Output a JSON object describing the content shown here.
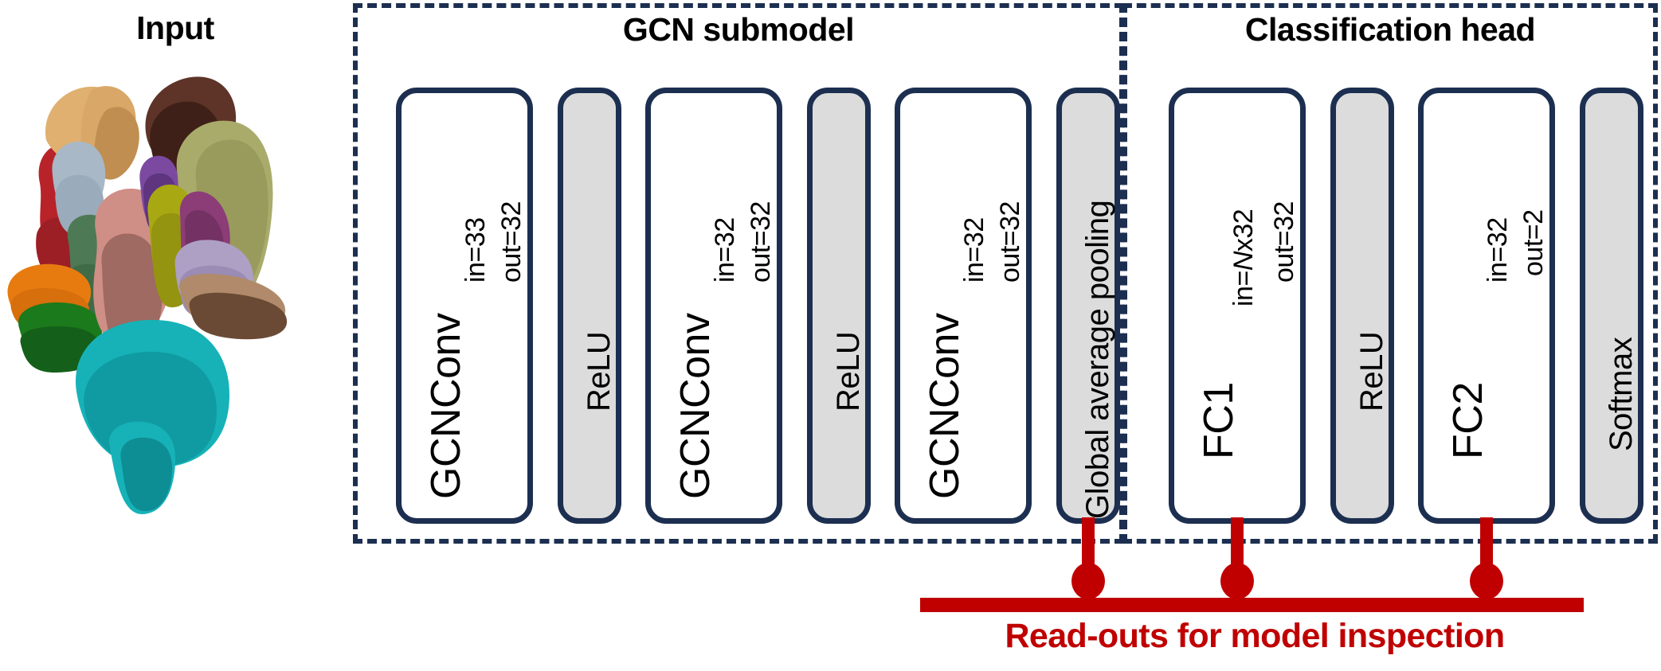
{
  "input": {
    "title": "Input",
    "mesh_description": "3D anatomical multi-organ segmentation mesh",
    "mesh_colors": [
      "#8a4b3c",
      "#a9ab6a",
      "#e0b070",
      "#b8232a",
      "#a8b8c6",
      "#cf8e86",
      "#7b4aa0",
      "#a8a812",
      "#8c3c76",
      "#ada0c4",
      "#e87b10",
      "#1b7a1b",
      "#4d7a55",
      "#3f2018",
      "#b08a6a",
      "#16b2b8",
      "#0e9aa0"
    ]
  },
  "groups": [
    {
      "id": "gcn",
      "title": "GCN submodel"
    },
    {
      "id": "class",
      "title": "Classification head"
    }
  ],
  "blocks": [
    {
      "name": "GCNConv",
      "style": "white",
      "in": "in=33",
      "out": "out=32",
      "in_italic": ""
    },
    {
      "name": "ReLU",
      "style": "gray",
      "in": "",
      "out": "",
      "in_italic": ""
    },
    {
      "name": "GCNConv",
      "style": "white",
      "in": "in=32",
      "out": "out=32",
      "in_italic": ""
    },
    {
      "name": "ReLU",
      "style": "gray",
      "in": "",
      "out": "",
      "in_italic": ""
    },
    {
      "name": "GCNConv",
      "style": "white",
      "in": "in=32",
      "out": "out=32",
      "in_italic": ""
    },
    {
      "name": "Global average pooling",
      "style": "gray",
      "in": "",
      "out": "",
      "in_italic": ""
    },
    {
      "name": "FC1",
      "style": "white",
      "in": "in=Nx32",
      "out": "out=32",
      "in_italic": "N"
    },
    {
      "name": "ReLU",
      "style": "gray",
      "in": "",
      "out": "",
      "in_italic": ""
    },
    {
      "name": "FC2",
      "style": "white",
      "in": "in=32",
      "out": "out=2",
      "in_italic": ""
    },
    {
      "name": "Softmax",
      "style": "gray",
      "in": "",
      "out": "",
      "in_italic": ""
    }
  ],
  "readouts": {
    "caption": "Read-outs for model inspection",
    "color": "#c00000",
    "tap_points": [
      "Global average pooling",
      "FC1",
      "FC2"
    ]
  },
  "colors": {
    "border": "#1c2f50",
    "block_gray": "#dcdcdc",
    "accent_red": "#c00000",
    "text": "#000000"
  }
}
